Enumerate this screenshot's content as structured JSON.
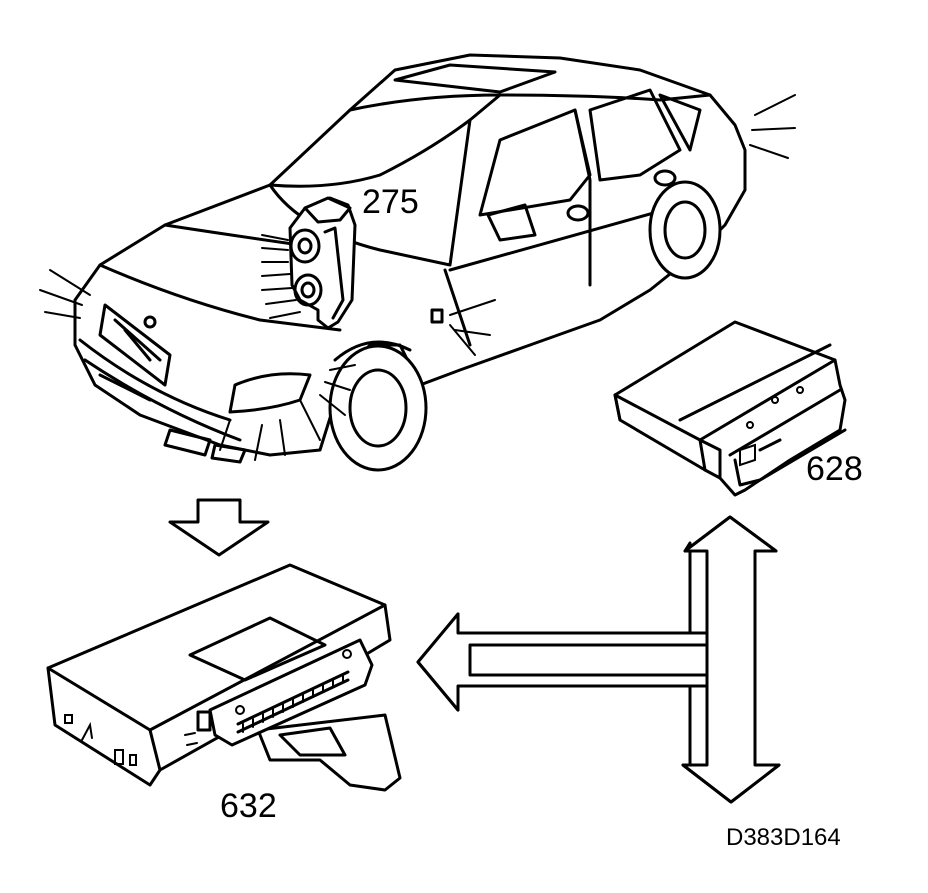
{
  "labels": {
    "sensor": "275",
    "module_right": "628",
    "module_left": "632",
    "drawing_code": "D383D164"
  }
}
